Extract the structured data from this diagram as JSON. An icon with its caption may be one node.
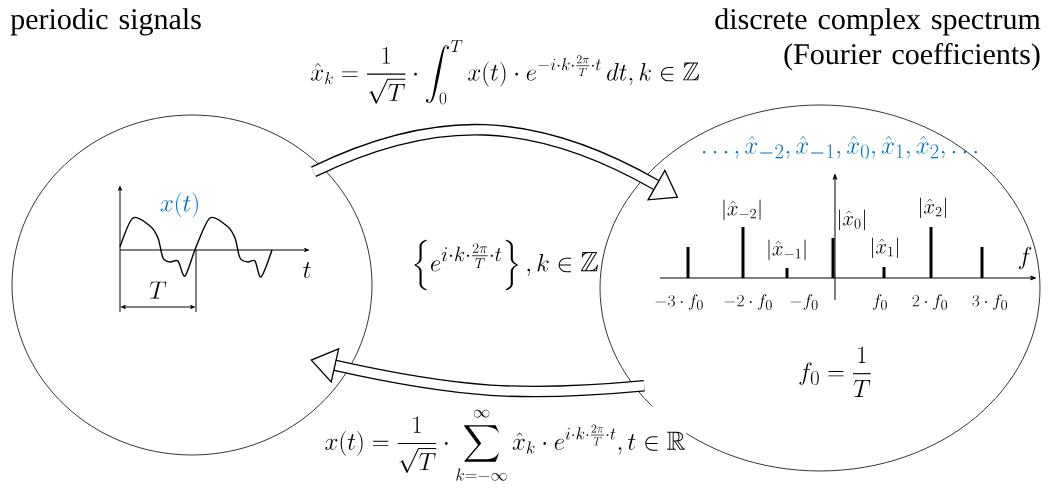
{
  "diagram": {
    "nodes": [
      {
        "text": [
          "periodic signals"
        ]
      },
      {
        "text": [
          "discrete complex spectrum (Fourier coefficients)"
        ]
      }
    ],
    "edges": [
      {
        "from": 0,
        "to": 1,
        "arrow": "to",
        "label": "\\hat{x}_k = \\frac{1}{\\sqrt{T}} \\cdot \\int_0^T x(t)\\cdot e^{-i\\cdot k\\cdot\\frac{2\\pi}{T}\\cdot t}\\,dt, k\\in\\mathbb{Z}"
      },
      {
        "from": 1,
        "to": 0,
        "arrow": "to",
        "label": "x(t) = \\frac{1}{\\sqrt{T}} \\cdot \\sum_{k=-\\infty}^{\\infty} \\hat{x}_k\\cdot e^{i\\cdot k\\cdot\\frac{2\\pi}{T}\\cdot t}, t\\in\\mathbb{R}"
      }
    ],
    "labels": [
      "x(t)",
      "t",
      "T",
      "\\left\\{e^{i\\cdot k\\cdot\\frac{2\\pi}{T}\\cdot t}\\right\\}, k\\in\\mathbb{Z}",
      "\\ldots,\\hat{x}_{-2},\\hat{x}_{-1},\\hat{x}_{0},\\hat{x}_{1},\\hat{x}_{2},\\ldots",
      "|\\hat{x}_{-2}|",
      "|\\hat{x}_{0}|",
      "|\\hat{x}_{2}|",
      "|\\hat{x}_{-1}|",
      "|\\hat{x}_{1}|",
      "f",
      "-3\\cdot f_0",
      "-2\\cdot f_0",
      "-f_0",
      "f_0",
      "2\\cdot f_0",
      "3\\cdot f_0",
      "f_0 = \\frac{1}{T}"
    ]
  }
}
